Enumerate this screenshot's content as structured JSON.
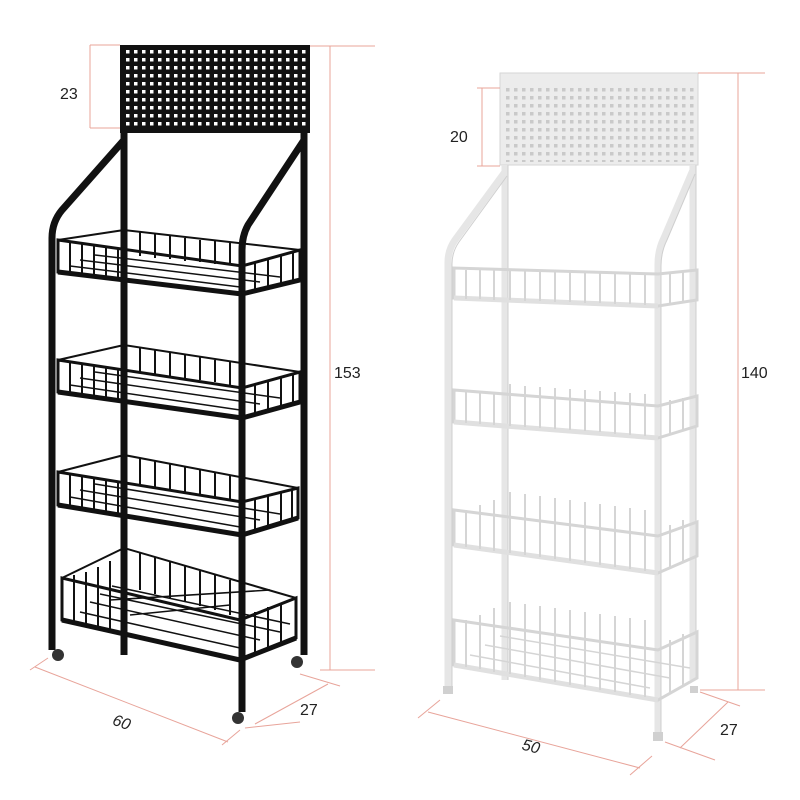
{
  "products": [
    {
      "name_hint": "black-rack",
      "color": "#111111",
      "dimensions": {
        "header_height": "23",
        "total_height": "153",
        "width": "60",
        "depth": "27"
      }
    },
    {
      "name_hint": "white-rack",
      "color": "#e3e3e3",
      "dimensions": {
        "header_height": "20",
        "total_height": "140",
        "width": "50",
        "depth": "27"
      }
    }
  ],
  "colors": {
    "dimension_line": "#e8a49a",
    "black_frame": "#111111",
    "white_frame": "#e6e6e6",
    "white_frame_edge": "#c8c8c8"
  }
}
